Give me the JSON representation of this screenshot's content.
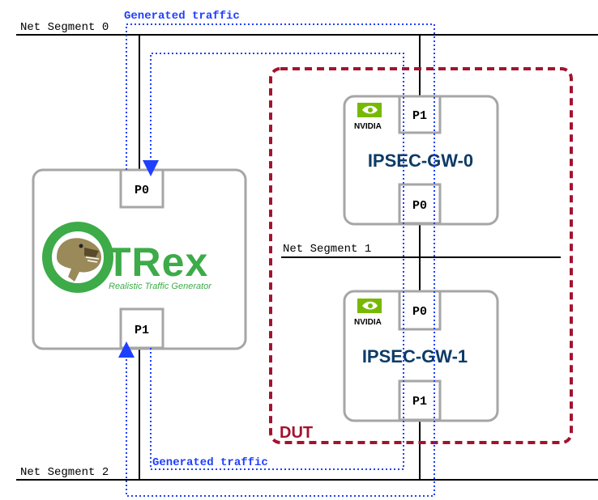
{
  "segments": {
    "seg0": "Net Segment 0",
    "seg1": "Net Segment 1",
    "seg2": "Net Segment 2"
  },
  "traffic": {
    "top_label": "Generated traffic",
    "bottom_label": "Generated traffic"
  },
  "trex": {
    "p0": "P0",
    "p1": "P1",
    "logo_text": "TRex",
    "tagline": "Realistic Traffic Generator"
  },
  "dut": {
    "label": "DUT"
  },
  "gw0": {
    "name": "IPSEC-GW-0",
    "vendor": "NVIDIA",
    "top_port": "P1",
    "bottom_port": "P0"
  },
  "gw1": {
    "name": "IPSEC-GW-1",
    "vendor": "NVIDIA",
    "top_port": "P0",
    "bottom_port": "P1"
  },
  "colors": {
    "traffic": "#1f3fff",
    "dut": "#a3132e",
    "box": "#a6a6a6",
    "gw_name": "#0d3b66",
    "trex_green": "#3cab48"
  }
}
